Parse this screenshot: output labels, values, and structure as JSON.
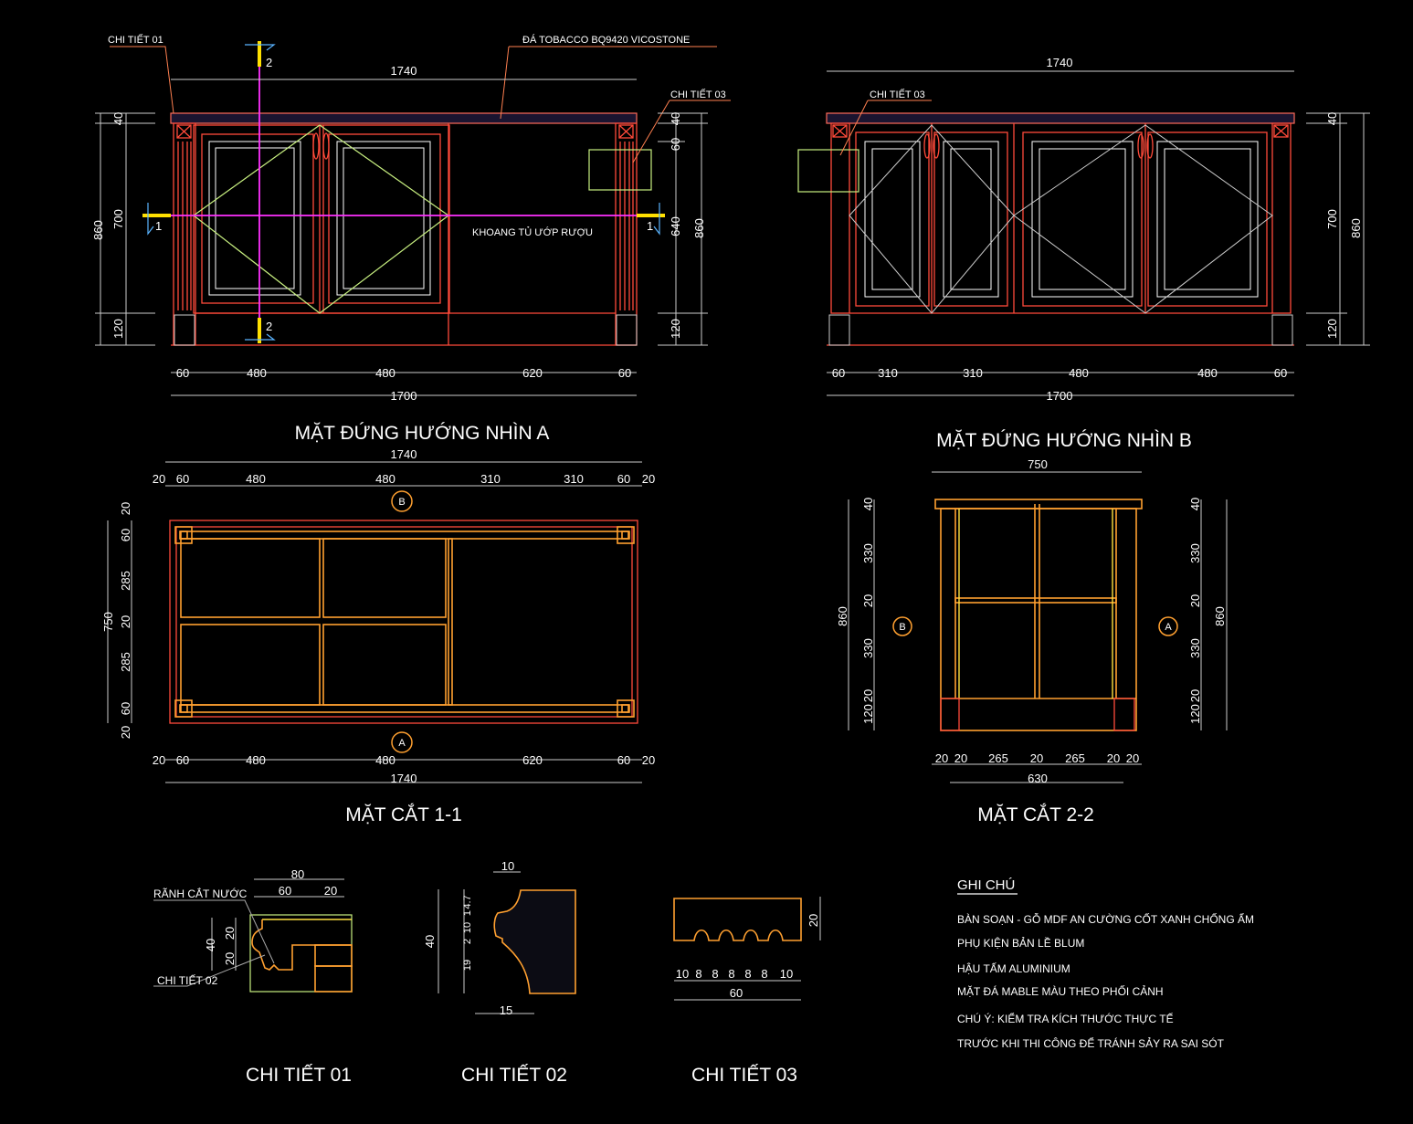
{
  "view_a": {
    "title": "MẶT ĐỨNG HƯỚNG NHÌN A",
    "callout_detail_01": "CHI TIẾT 01",
    "callout_stone": "ĐÁ TOBACCO BQ9420 VICOSTONE",
    "callout_detail_03": "CHI TIẾT 03",
    "compartment_label": "KHOANG TỦ ƯỚP RƯỢU",
    "section_1": "1",
    "section_2": "2",
    "dim_top": "1740",
    "dims_bottom": [
      "60",
      "480",
      "480",
      "620",
      "60"
    ],
    "dim_total": "1700",
    "dims_left": {
      "total": "860",
      "top": "40",
      "mid": "700",
      "base": "120"
    },
    "dims_right": {
      "top": "40",
      "b": "60",
      "c": "640",
      "total": "860",
      "base": "120"
    }
  },
  "view_b": {
    "title": "MẶT ĐỨNG HƯỚNG NHÌN B",
    "callout_detail_03": "CHI TIẾT 03",
    "dim_top": "1740",
    "dims_bottom": [
      "60",
      "310",
      "310",
      "480",
      "480",
      "60"
    ],
    "dim_total": "1700",
    "dims_right": {
      "top": "40",
      "mid": "700",
      "base": "120",
      "total": "860"
    }
  },
  "section_1_1": {
    "title": "MẶT CẮT 1-1",
    "marker_top": "B",
    "marker_bottom": "A",
    "dim_top_total": "1740",
    "dims_top": [
      "20",
      "60",
      "480",
      "480",
      "310",
      "310",
      "60",
      "20"
    ],
    "dims_bottom": [
      "20",
      "60",
      "480",
      "480",
      "620",
      "60",
      "20"
    ],
    "dim_bottom_total": "1740",
    "dim_left_total": "750",
    "dims_left": [
      "20",
      "60",
      "285",
      "20",
      "285",
      "60",
      "20"
    ]
  },
  "section_2_2": {
    "title": "MẶT CẮT 2-2",
    "marker_left": "B",
    "marker_right": "A",
    "dim_top": "750",
    "dims_bottom": [
      "20",
      "20",
      "265",
      "20",
      "265",
      "20",
      "20"
    ],
    "dim_bottom_total": "630",
    "dim_total": "860",
    "dims_side": [
      "40",
      "330",
      "20",
      "330",
      "20",
      "120"
    ]
  },
  "detail_01": {
    "title": "CHI TIẾT 01",
    "label_groove": "RÃNH CẮT NƯỚC",
    "label_detail_02": "CHI TIẾT 02",
    "dims": {
      "w": "80",
      "a": "60",
      "b": "20",
      "h": "40",
      "h1": "20",
      "h2": "20"
    }
  },
  "detail_02": {
    "title": "CHI TIẾT 02",
    "dims": {
      "top": "10",
      "bottom": "15",
      "h": "40",
      "v": [
        "4.7",
        "1",
        "10",
        "2",
        "19"
      ]
    }
  },
  "detail_03": {
    "title": "CHI TIẾT 03",
    "dims": {
      "h": "20",
      "parts": [
        "10",
        "8",
        "8",
        "8",
        "8",
        "8",
        "10"
      ],
      "total": "60"
    }
  },
  "notes": {
    "heading": "GHI CHÚ",
    "lines": [
      "BÀN SOẠN - GỖ MDF AN CƯỜNG CỐT XANH CHỐNG ẨM",
      "PHỤ KIỆN BẢN LỀ BLUM",
      "HẬU TẤM ALUMINIUM",
      "MẶT ĐÁ MABLE MÀU THEO PHỐI CẢNH",
      "CHÚ Ý: KIỂM TRA KÍCH THƯỚC THỰC TẾ",
      "TRƯỚC KHI THI CÔNG ĐỂ TRÁNH SẢY RA SAI SÓT"
    ]
  }
}
